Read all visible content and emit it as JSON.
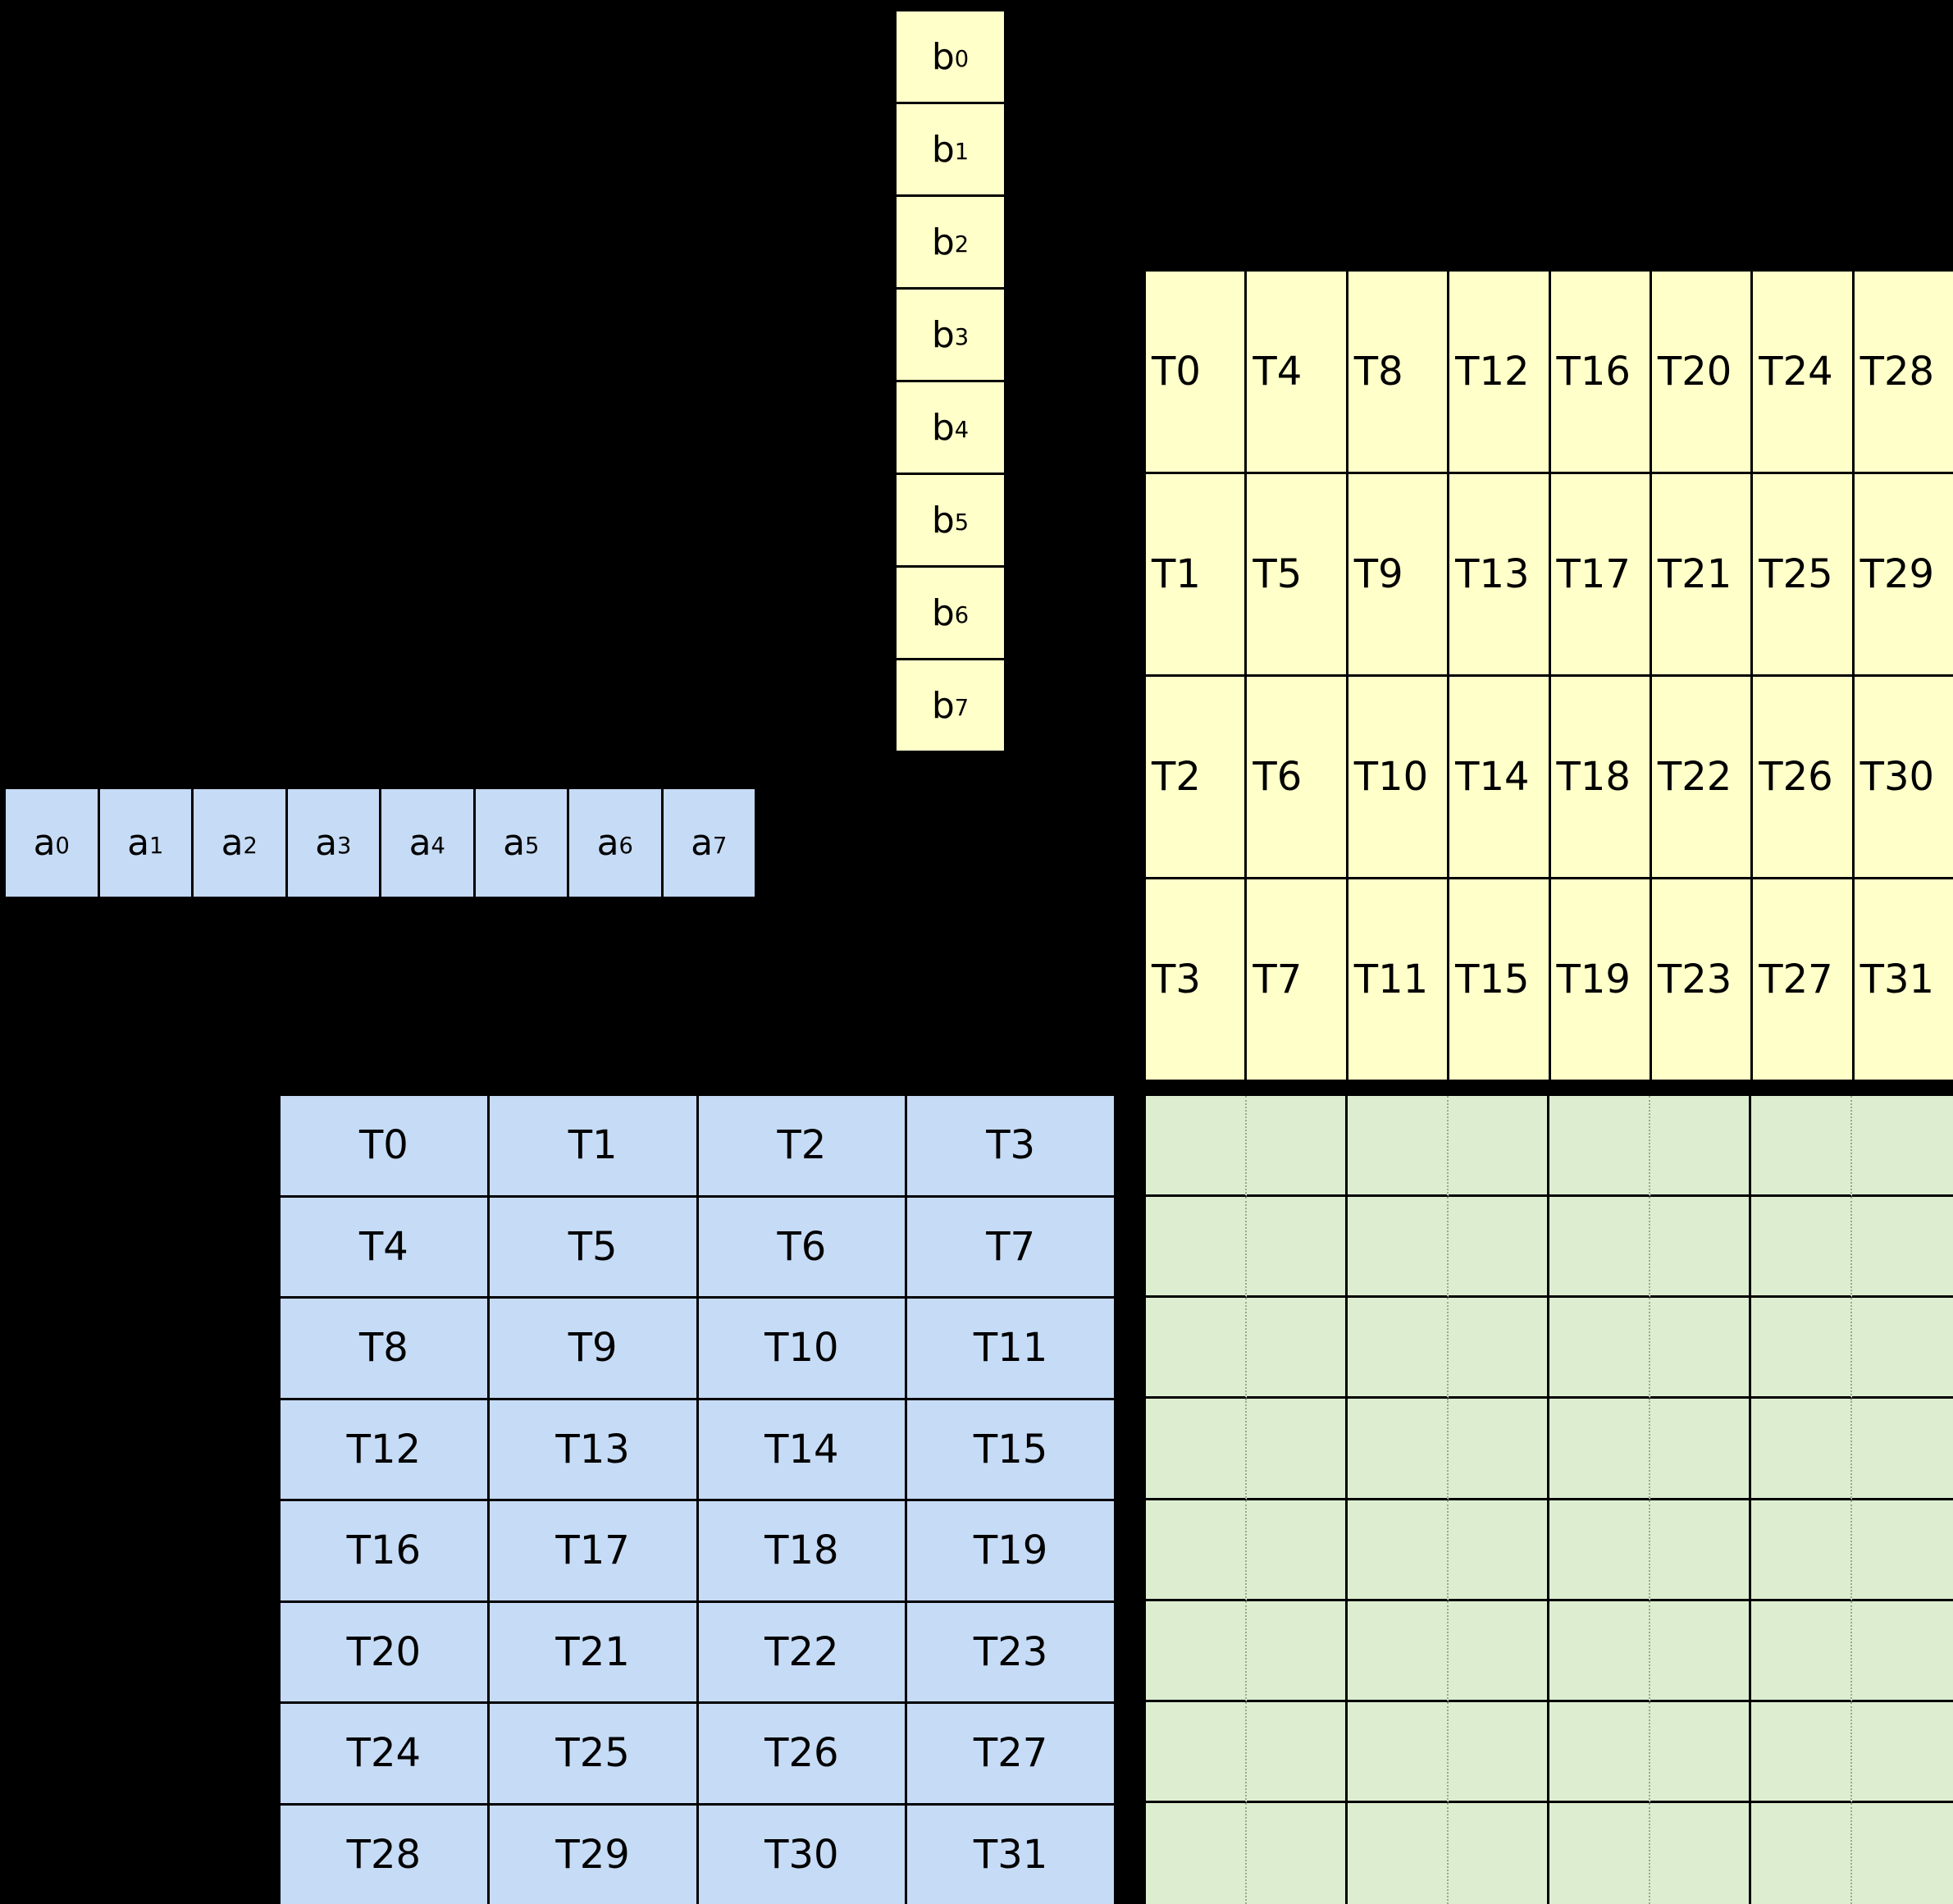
{
  "colors": {
    "background": "#000000",
    "yellow": "#ffffc9",
    "blue": "#c6dbf5",
    "green": "#ddeed0",
    "line": "#000000",
    "dotted_line": "#9aa98f"
  },
  "b_vector": {
    "cells": [
      {
        "base": "b",
        "sub": "0"
      },
      {
        "base": "b",
        "sub": "1"
      },
      {
        "base": "b",
        "sub": "2"
      },
      {
        "base": "b",
        "sub": "3"
      },
      {
        "base": "b",
        "sub": "4"
      },
      {
        "base": "b",
        "sub": "5"
      },
      {
        "base": "b",
        "sub": "6"
      },
      {
        "base": "b",
        "sub": "7"
      }
    ]
  },
  "a_vector": {
    "cells": [
      {
        "base": "a",
        "sub": "0"
      },
      {
        "base": "a",
        "sub": "1"
      },
      {
        "base": "a",
        "sub": "2"
      },
      {
        "base": "a",
        "sub": "3"
      },
      {
        "base": "a",
        "sub": "4"
      },
      {
        "base": "a",
        "sub": "5"
      },
      {
        "base": "a",
        "sub": "6"
      },
      {
        "base": "a",
        "sub": "7"
      }
    ]
  },
  "thread_grid_columnwise": {
    "rows": [
      [
        "T0",
        "T4",
        "T8",
        "T12",
        "T16",
        "T20",
        "T24",
        "T28"
      ],
      [
        "T1",
        "T5",
        "T9",
        "T13",
        "T17",
        "T21",
        "T25",
        "T29"
      ],
      [
        "T2",
        "T6",
        "T10",
        "T14",
        "T18",
        "T22",
        "T26",
        "T30"
      ],
      [
        "T3",
        "T7",
        "T11",
        "T15",
        "T19",
        "T23",
        "T27",
        "T31"
      ]
    ]
  },
  "thread_grid_rowwise": {
    "rows": [
      [
        "T0",
        "T1",
        "T2",
        "T3"
      ],
      [
        "T4",
        "T5",
        "T6",
        "T7"
      ],
      [
        "T8",
        "T9",
        "T10",
        "T11"
      ],
      [
        "T12",
        "T13",
        "T14",
        "T15"
      ],
      [
        "T16",
        "T17",
        "T18",
        "T19"
      ],
      [
        "T20",
        "T21",
        "T22",
        "T23"
      ],
      [
        "T24",
        "T25",
        "T26",
        "T27"
      ],
      [
        "T28",
        "T29",
        "T30",
        "T31"
      ]
    ]
  },
  "output_grid": {
    "rows": 8,
    "cols": 8
  }
}
